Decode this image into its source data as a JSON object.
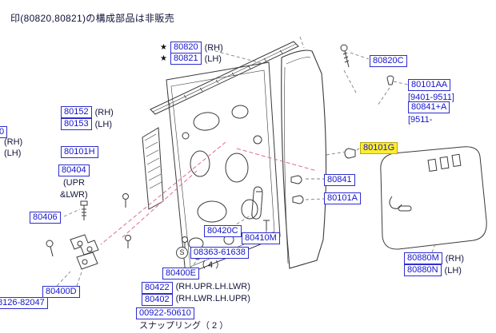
{
  "note": "印(80820,80821)の構成部品は非販売",
  "colors": {
    "part_link_blue": "#1414cc",
    "box_border_blue": "#2d2dcf",
    "highlight_yellow": "#ffec2e",
    "leader_pink": "#e06c8a",
    "line_dark": "#3a3a3a"
  },
  "callouts": {
    "w80820": {
      "star": "★",
      "part": "80820",
      "side": "(RH)"
    },
    "w80821": {
      "star": "★",
      "part": "80821",
      "side": "(LH)"
    },
    "w80820C": {
      "part": "80820C"
    },
    "w80101AA": {
      "part": "80101AA",
      "range": "[9401-9511]"
    },
    "w80841A": {
      "part": "80841+A",
      "range": "[9511-"
    },
    "w80152": {
      "part": "80152",
      "side": "(RH)"
    },
    "w80153": {
      "part": "80153",
      "side": "(LH)"
    },
    "wLeftCut": {
      "part": "0",
      "side_rh": "(RH)",
      "side_lh": "(LH)"
    },
    "w80101H": {
      "part": "80101H"
    },
    "w80404": {
      "part": "80404",
      "sub1": "(UPR",
      "sub2": "&LWR)"
    },
    "w80406": {
      "part": "80406"
    },
    "w80400D": {
      "part": "80400D"
    },
    "w08126": {
      "part": "8126-82047"
    },
    "w80400E": {
      "part": "80400E"
    },
    "w80422": {
      "part": "80422",
      "sub": "(RH.UPR.LH.LWR)"
    },
    "w80402": {
      "part": "80402",
      "sub": "(RH.LWR.LH.UPR)"
    },
    "w00922": {
      "part": "00922-50610",
      "sub": "スナップリング（ 2 ）"
    },
    "w08363": {
      "prefix": "S",
      "part": "08363-61638",
      "sub": "（ 4 ）"
    },
    "w80420C": {
      "part": "80420C"
    },
    "w80410M": {
      "part": "80410M"
    },
    "w80841": {
      "part": "80841"
    },
    "w80101A": {
      "part": "80101A"
    },
    "w80101G": {
      "part": "80101G"
    },
    "w80880M": {
      "part": "80880M",
      "side": "(RH)"
    },
    "w80880N": {
      "part": "80880N",
      "side": "(LH)"
    }
  }
}
